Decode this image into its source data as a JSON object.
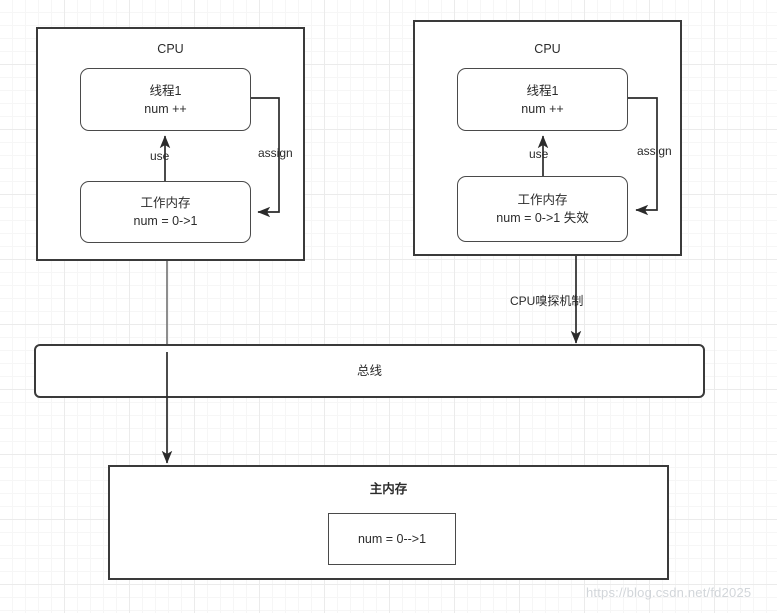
{
  "diagram": {
    "title": "JMM CPU cache coherence (CPU snooping) diagram",
    "colors": {
      "stroke_outer": "#3a3a3a",
      "stroke_inner": "#4a4a4a",
      "text": "#2b2b2b",
      "grid_minor": "#f6f6f6",
      "grid_major": "#ebebeb",
      "background": "#ffffff",
      "watermark": "#d2d6da"
    },
    "cpu_left": {
      "title": "CPU",
      "thread": {
        "line1": "线程1",
        "line2": "num ++"
      },
      "working_memory": {
        "line1": "工作内存",
        "line2": "num = 0->1"
      },
      "edge_use": "use",
      "edge_assign": "assign"
    },
    "cpu_right": {
      "title": "CPU",
      "thread": {
        "line1": "线程1",
        "line2": "num ++"
      },
      "working_memory": {
        "line1": "工作内存",
        "line2": "num = 0->1 失效"
      },
      "edge_use": "use",
      "edge_assign": "assign"
    },
    "snoop_label": "CPU嗅探机制",
    "bus": {
      "label": "总线"
    },
    "main_memory": {
      "title": "主内存",
      "value_box": "num = 0-->1"
    },
    "watermark": "https://blog.csdn.net/fd2025"
  }
}
